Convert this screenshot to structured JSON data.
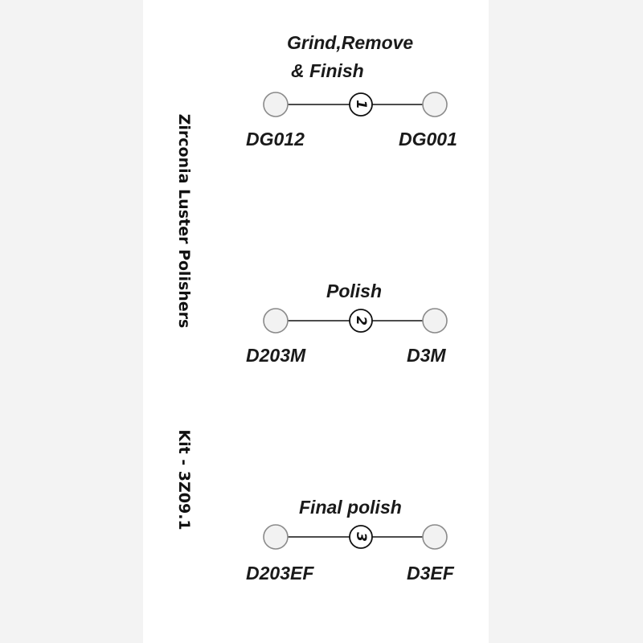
{
  "heading": {
    "title": "Zirconia Luster Polishers",
    "kit": "Kit - 3Z09.1"
  },
  "steps": [
    {
      "number": "1",
      "title_line1": "Grind,Remove",
      "title_line2": "& Finish",
      "left_code": "DG012",
      "right_code": "DG001"
    },
    {
      "number": "2",
      "title_line1": "Polish",
      "left_code": "D203M",
      "right_code": "D3M"
    },
    {
      "number": "3",
      "title_line1": "Final polish",
      "left_code": "D203EF",
      "right_code": "D3EF"
    }
  ],
  "colors": {
    "background": "#f3f3f3",
    "panel": "#ffffff",
    "end_circle_stroke": "#8a8a8a",
    "line": "#111111",
    "text": "#1a1a1a"
  }
}
